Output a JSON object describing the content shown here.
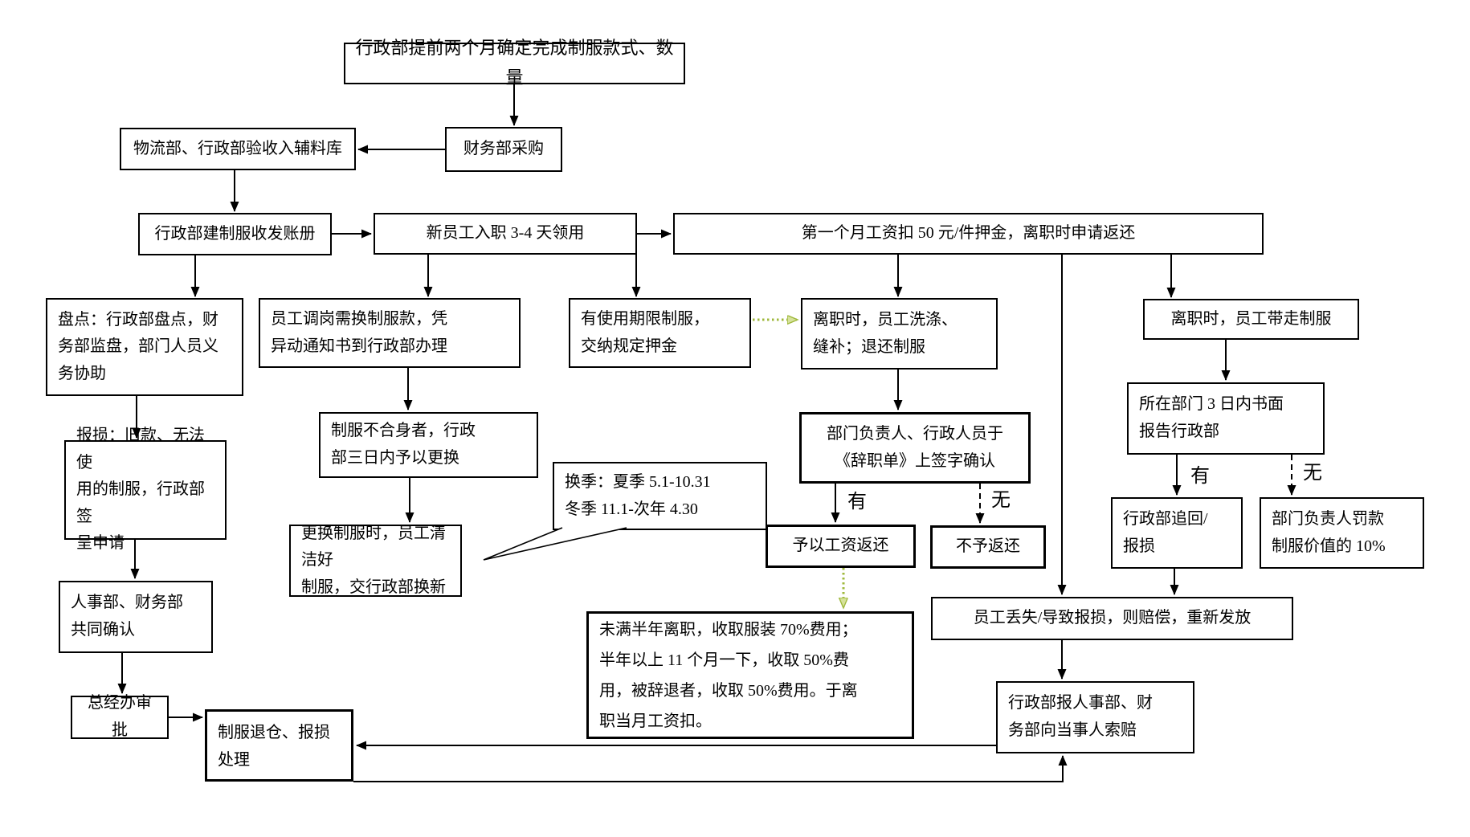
{
  "colors": {
    "line": "#000000",
    "box_border": "#000000",
    "background": "#ffffff",
    "green_arrow_stroke": "#9fb83c",
    "green_arrow_fill": "#d6e29b"
  },
  "nodes": [
    {
      "id": "style-confirm",
      "text": "行政部提前两个月确定完成制服款式、数量"
    },
    {
      "id": "finance-purchase",
      "text": "财务部采购"
    },
    {
      "id": "warehouse-inspect",
      "text": "物流部、行政部验收入辅料库"
    },
    {
      "id": "admin-ledger",
      "text": "行政部建制服收发账册"
    },
    {
      "id": "new-employee",
      "text": "新员工入职 3-4 天领用"
    },
    {
      "id": "deposit-rule",
      "text": "第一个月工资扣 50 元/件押金，离职时申请返还"
    },
    {
      "id": "inventory",
      "text": "盘点：行政部盘点，财\n务部监盘，部门人员义\n务协助"
    },
    {
      "id": "transfer-exchange",
      "text": "员工调岗需换制服款，凭\n异动通知书到行政部办理"
    },
    {
      "id": "term-uniform",
      "text": "有使用期限制服，\n交纳规定押金"
    },
    {
      "id": "resign-wash",
      "text": "离职时，员工洗涤、\n缝补；退还制服"
    },
    {
      "id": "resign-take",
      "text": "离职时，员工带走制服"
    },
    {
      "id": "unfit-replace",
      "text": "制服不合身者，行政\n部三日内予以更换"
    },
    {
      "id": "dept-report",
      "text": "所在部门 3 日内书面\n报告行政部"
    },
    {
      "id": "damage-report",
      "text": "报损：旧款、无法使\n用的制服，行政部签\n呈申请"
    },
    {
      "id": "sign-confirm",
      "text": "部门负责人、行政人员于\n《辞职单》上签字确认"
    },
    {
      "id": "season-note",
      "text": "换季：夏季 5.1-10.31\n冬季 11.1-次年 4.30"
    },
    {
      "id": "replace-clean",
      "text": "更换制服时，员工清洁好\n制服，交行政部换新"
    },
    {
      "id": "wage-return",
      "text": "予以工资返还"
    },
    {
      "id": "no-return",
      "text": "不予返还"
    },
    {
      "id": "admin-recover",
      "text": "行政部追回/\n报损"
    },
    {
      "id": "dept-fine",
      "text": "部门负责人罚款\n制服价值的 10%"
    },
    {
      "id": "hr-finance-confirm",
      "text": "人事部、财务部\n共同确认"
    },
    {
      "id": "fee-rules",
      "text": "未满半年离职，收取服装 70%费用；\n半年以上 11 个月一下，收取 50%费\n用，被辞退者，收取 50%费用。于离\n职当月工资扣。"
    },
    {
      "id": "lost-compensate",
      "text": "员工丢失/导致报损，则赔偿，重新发放"
    },
    {
      "id": "gm-approve",
      "text": "总经办审批"
    },
    {
      "id": "return-warehouse",
      "text": "制服退仓、报损处理"
    },
    {
      "id": "claim",
      "text": "行政部报人事部、财\n务部向当事人索赔"
    }
  ],
  "decision_labels": [
    {
      "text": "有"
    },
    {
      "text": "无"
    },
    {
      "text": "有"
    },
    {
      "text": "无"
    }
  ]
}
